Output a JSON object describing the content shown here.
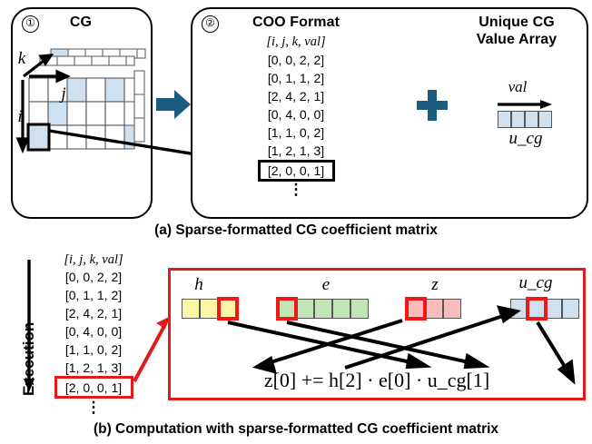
{
  "figure": {
    "panel_a_caption": "(a) Sparse-formatted CG coefficient matrix",
    "panel_b_caption": "(b) Computation with sparse-formatted CG coefficient matrix"
  },
  "panel1": {
    "number": "①",
    "title": "CG",
    "axis_k": "k",
    "axis_i": "i",
    "axis_j": "j",
    "grid": {
      "rows": 3,
      "cols": 5,
      "layers": 3
    }
  },
  "panel2": {
    "number": "②",
    "title": "COO Format",
    "header": "[i, j, k, val]",
    "rows": [
      "[0, 0, 2, 2]",
      "[0, 1, 1, 2]",
      "[2, 4, 2, 1]",
      "[0, 4, 0, 0]",
      "[1, 1, 0, 2]",
      "[1, 2, 1, 3]",
      "[2, 0, 0, 1]"
    ],
    "highlighted_row_index": 6,
    "ellipsis": "⋮",
    "plus_sign": "+"
  },
  "panel3": {
    "title_line1": "Unique CG",
    "title_line2": "Value Array",
    "array_label": "u_cg",
    "direction_label": "val",
    "cells": 4
  },
  "execution": {
    "label": "Execution",
    "header": "[i, j, k, val]",
    "rows": [
      "[0, 0, 2, 2]",
      "[0, 1, 1, 2]",
      "[2, 4, 2, 1]",
      "[0, 4, 0, 0]",
      "[1, 1, 0, 2]",
      "[1, 2, 1, 3]",
      "[2, 0, 0, 1]"
    ],
    "highlighted_row_index": 6,
    "ellipsis": "⋮"
  },
  "compute": {
    "arrays": [
      {
        "name": "h",
        "cells": 3,
        "color": "#fbf7a6",
        "highlight_index": 2
      },
      {
        "name": "e",
        "cells": 5,
        "color": "#c2e5b6",
        "highlight_index": 0
      },
      {
        "name": "z",
        "cells": 3,
        "color": "#f9bcbc",
        "highlight_index": 0
      },
      {
        "name": "u_cg",
        "cells": 4,
        "color": "#cfe0ee",
        "highlight_index": 1
      }
    ],
    "equation": "z[0] += h[2] · e[0] · u_cg[1]"
  },
  "colors": {
    "accent_teal": "#1b5c80",
    "highlight_red": "#f41616",
    "box_red": "#e01b1b",
    "tensor_light_blue": "#cfe0ee",
    "tensor_white": "#ffffff",
    "outline": "#000000"
  }
}
